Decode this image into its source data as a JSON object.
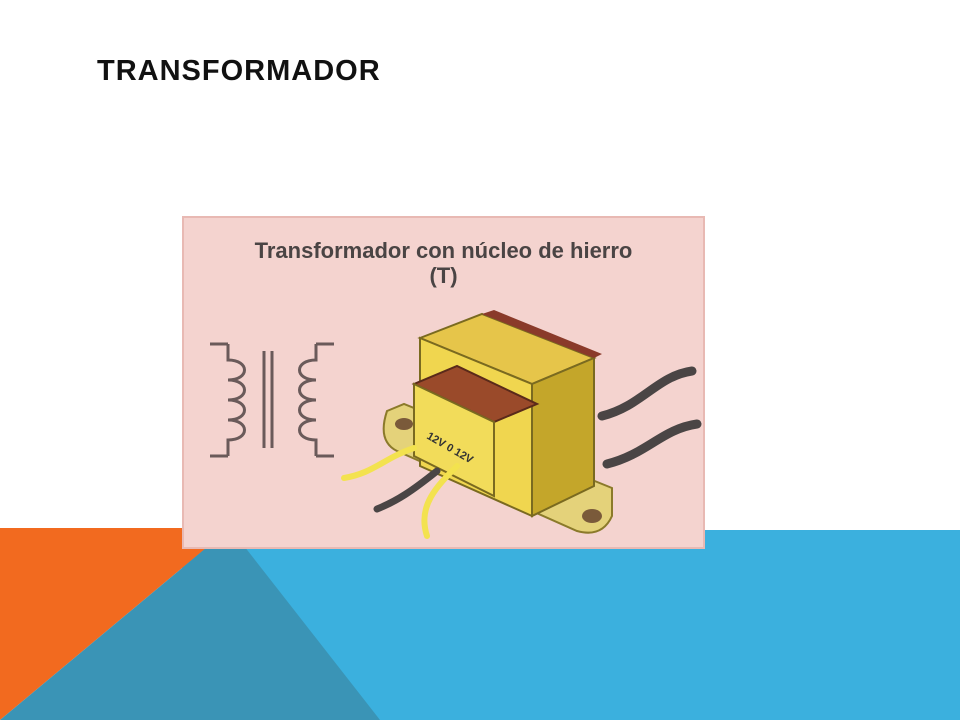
{
  "slide": {
    "title": "TRANSFORMADOR"
  },
  "figure": {
    "caption_line1": "Transformador con núcleo de hierro",
    "caption_line2": "(T)",
    "voltage_label": "12V 0 12V"
  },
  "colors": {
    "orange": "#f26a1f",
    "teal": "#3a94b6",
    "sky_blue": "#3bb0de",
    "figure_bg": "#f4d3cf"
  }
}
